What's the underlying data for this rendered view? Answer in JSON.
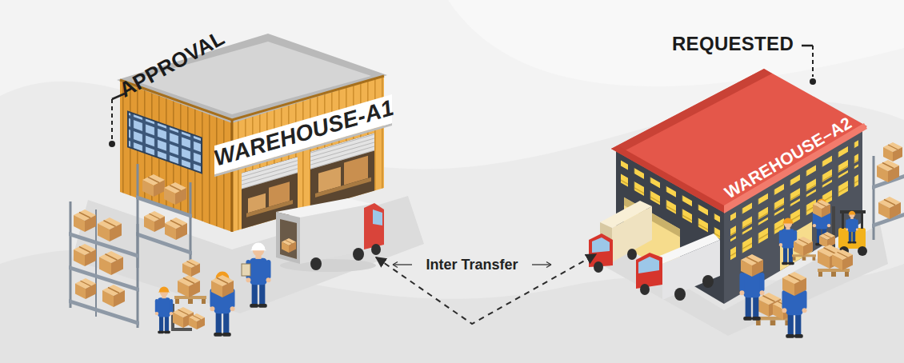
{
  "diagram": {
    "nodes": [
      {
        "text": [
          "APPROVAL",
          "WAREHOUSE-A1"
        ]
      },
      {
        "text": [
          "REQUESTED",
          "WAREHOUSE–A2"
        ]
      }
    ],
    "edges": [
      {
        "from": 0,
        "to": 1,
        "label": "Inter Transfer",
        "arrow": "both"
      }
    ]
  }
}
